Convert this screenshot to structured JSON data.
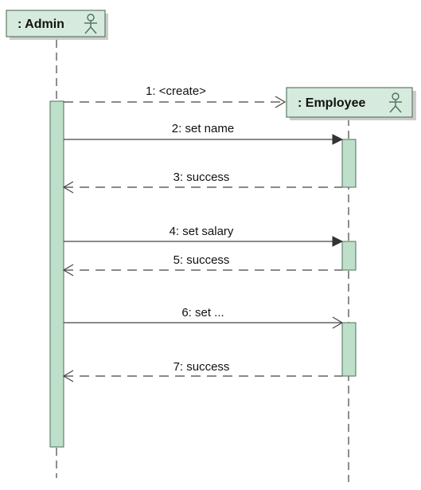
{
  "colors": {
    "box_fill": "#d6ebdd",
    "box_stroke": "#5a7a66",
    "activation_fill": "#bedfc9",
    "activation_stroke": "#4f6f5b",
    "line": "#444444",
    "shadow": "#cccccc"
  },
  "lifelines": [
    {
      "id": "admin",
      "label": ": Admin",
      "icon": "actor-icon"
    },
    {
      "id": "employee",
      "label": ": Employee",
      "icon": "actor-icon"
    }
  ],
  "messages": [
    {
      "label": "1: <create>",
      "from": "admin",
      "to": "employee",
      "kind": "create"
    },
    {
      "label": "2: set name",
      "from": "admin",
      "to": "employee",
      "kind": "sync"
    },
    {
      "label": "3: success",
      "from": "employee",
      "to": "admin",
      "kind": "reply"
    },
    {
      "label": "4: set salary",
      "from": "admin",
      "to": "employee",
      "kind": "sync"
    },
    {
      "label": "5: success",
      "from": "employee",
      "to": "admin",
      "kind": "reply"
    },
    {
      "label": "6: set ...",
      "from": "admin",
      "to": "employee",
      "kind": "async"
    },
    {
      "label": "7: success",
      "from": "employee",
      "to": "admin",
      "kind": "reply"
    }
  ]
}
